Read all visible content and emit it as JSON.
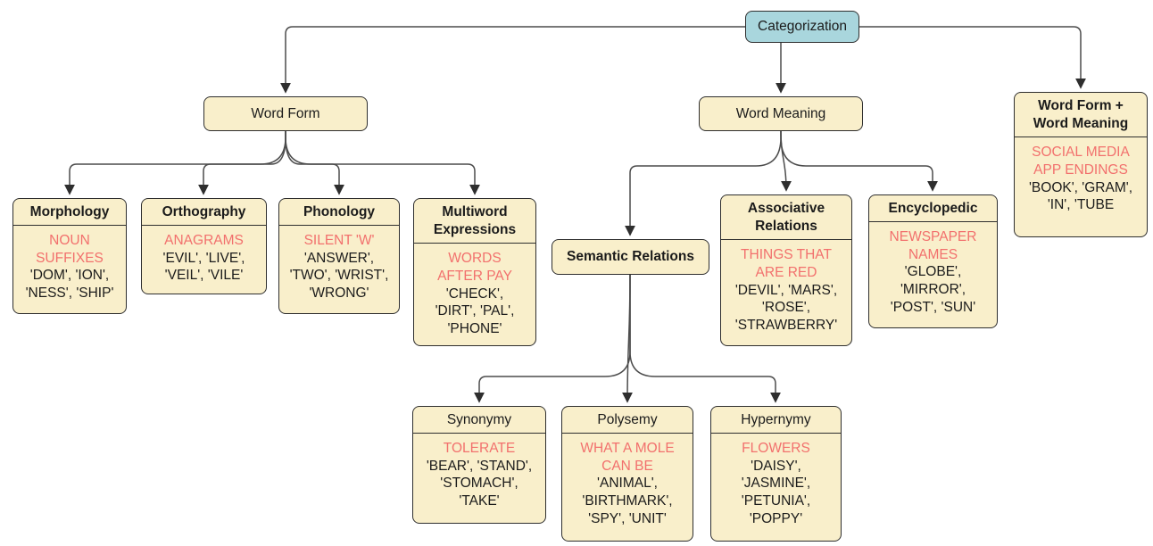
{
  "colors": {
    "root_fill": "#A9D6DD",
    "card_fill": "#F9EFCB",
    "border": "#2E2E2E",
    "clue_red": "#F2706D",
    "line": "#4C4C4C"
  },
  "nodes": {
    "categorization": {
      "label": "Categorization"
    },
    "word_form": {
      "label": "Word Form"
    },
    "word_meaning": {
      "label": "Word Meaning"
    },
    "semantic_relations": {
      "label": "Semantic Relations"
    },
    "word_form_word_meaning": {
      "title": "Word Form +\nWord Meaning",
      "clue": "SOCIAL MEDIA\nAPP ENDINGS",
      "words": "'BOOK', 'GRAM',\n'IN', 'TUBE"
    },
    "morphology": {
      "title": "Morphology",
      "clue": "NOUN\nSUFFIXES",
      "words": "'DOM', 'ION',\n'NESS', 'SHIP'"
    },
    "orthography": {
      "title": "Orthography",
      "clue": "ANAGRAMS",
      "words": "'EVIL', 'LIVE',\n'VEIL', 'VILE'"
    },
    "phonology": {
      "title": "Phonology",
      "clue": "SILENT 'W'",
      "words": "'ANSWER',\n'TWO', 'WRIST',\n'WRONG'"
    },
    "multiword_expressions": {
      "title": "Multiword\nExpressions",
      "clue": "WORDS\nAFTER PAY",
      "words": "'CHECK',\n'DIRT', 'PAL',\n'PHONE'"
    },
    "associative_relations": {
      "title": "Associative\nRelations",
      "clue": "THINGS THAT\nARE RED",
      "words": "'DEVIL', 'MARS',\n'ROSE',\n'STRAWBERRY'"
    },
    "encyclopedic": {
      "title": "Encyclopedic",
      "clue": "NEWSPAPER\nNAMES",
      "words": "'GLOBE',\n'MIRROR',\n'POST', 'SUN'"
    },
    "synonymy": {
      "title": "Synonymy",
      "clue": "TOLERATE",
      "words": "'BEAR', 'STAND',\n'STOMACH',\n'TAKE'"
    },
    "polysemy": {
      "title": "Polysemy",
      "clue": "WHAT A MOLE\nCAN BE",
      "words": "'ANIMAL',\n'BIRTHMARK',\n'SPY', 'UNIT'"
    },
    "hypernymy": {
      "title": "Hypernymy",
      "clue": "FLOWERS",
      "words": "'DAISY',\n'JASMINE',\n'PETUNIA',\n'POPPY'"
    }
  },
  "edges": [
    {
      "from": "Categorization",
      "to": "Word Form"
    },
    {
      "from": "Categorization",
      "to": "Word Meaning"
    },
    {
      "from": "Categorization",
      "to": "Word Form + Word Meaning"
    },
    {
      "from": "Word Form",
      "to": "Morphology"
    },
    {
      "from": "Word Form",
      "to": "Orthography"
    },
    {
      "from": "Word Form",
      "to": "Phonology"
    },
    {
      "from": "Word Form",
      "to": "Multiword Expressions"
    },
    {
      "from": "Word Meaning",
      "to": "Semantic Relations"
    },
    {
      "from": "Word Meaning",
      "to": "Associative Relations"
    },
    {
      "from": "Word Meaning",
      "to": "Encyclopedic"
    },
    {
      "from": "Semantic Relations",
      "to": "Synonymy"
    },
    {
      "from": "Semantic Relations",
      "to": "Polysemy"
    },
    {
      "from": "Semantic Relations",
      "to": "Hypernymy"
    }
  ]
}
